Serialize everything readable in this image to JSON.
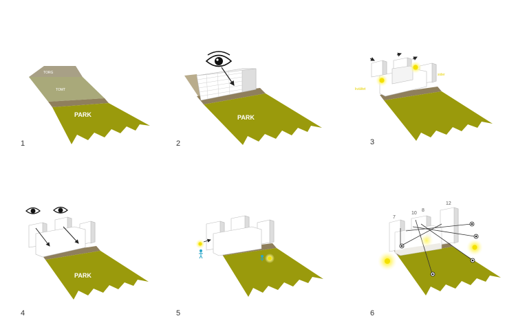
{
  "panels": [
    {
      "number": "1",
      "labels": {
        "torg": "TORG",
        "tomt": "TOMT",
        "park": "PARK"
      }
    },
    {
      "number": "2",
      "labels": {
        "park": "PARK"
      }
    },
    {
      "number": "3",
      "labels": {
        "kvalitet": "kvälitet",
        "sider": "sider"
      }
    },
    {
      "number": "4",
      "labels": {
        "park": "PARK"
      }
    },
    {
      "number": "5",
      "labels": {}
    },
    {
      "number": "6",
      "labels": {
        "h7": "7",
        "h10": "10",
        "h8": "8",
        "h12": "12"
      }
    }
  ],
  "colors": {
    "park": "#9a9a0c",
    "park_dark": "#7f7f08",
    "ground": "#b9ac8c",
    "torg": "#a89f86",
    "tomt": "#a6a478",
    "strip": "#8f7f5c",
    "building_front": "#ffffff",
    "building_side": "#dcdcdc",
    "building_top": "#f2f2f2",
    "sun": "#f3e000",
    "sun_glow": "#fff7a0"
  },
  "icons": [
    "eye-icon",
    "sun-icon",
    "person-icon",
    "arrow-icon"
  ]
}
